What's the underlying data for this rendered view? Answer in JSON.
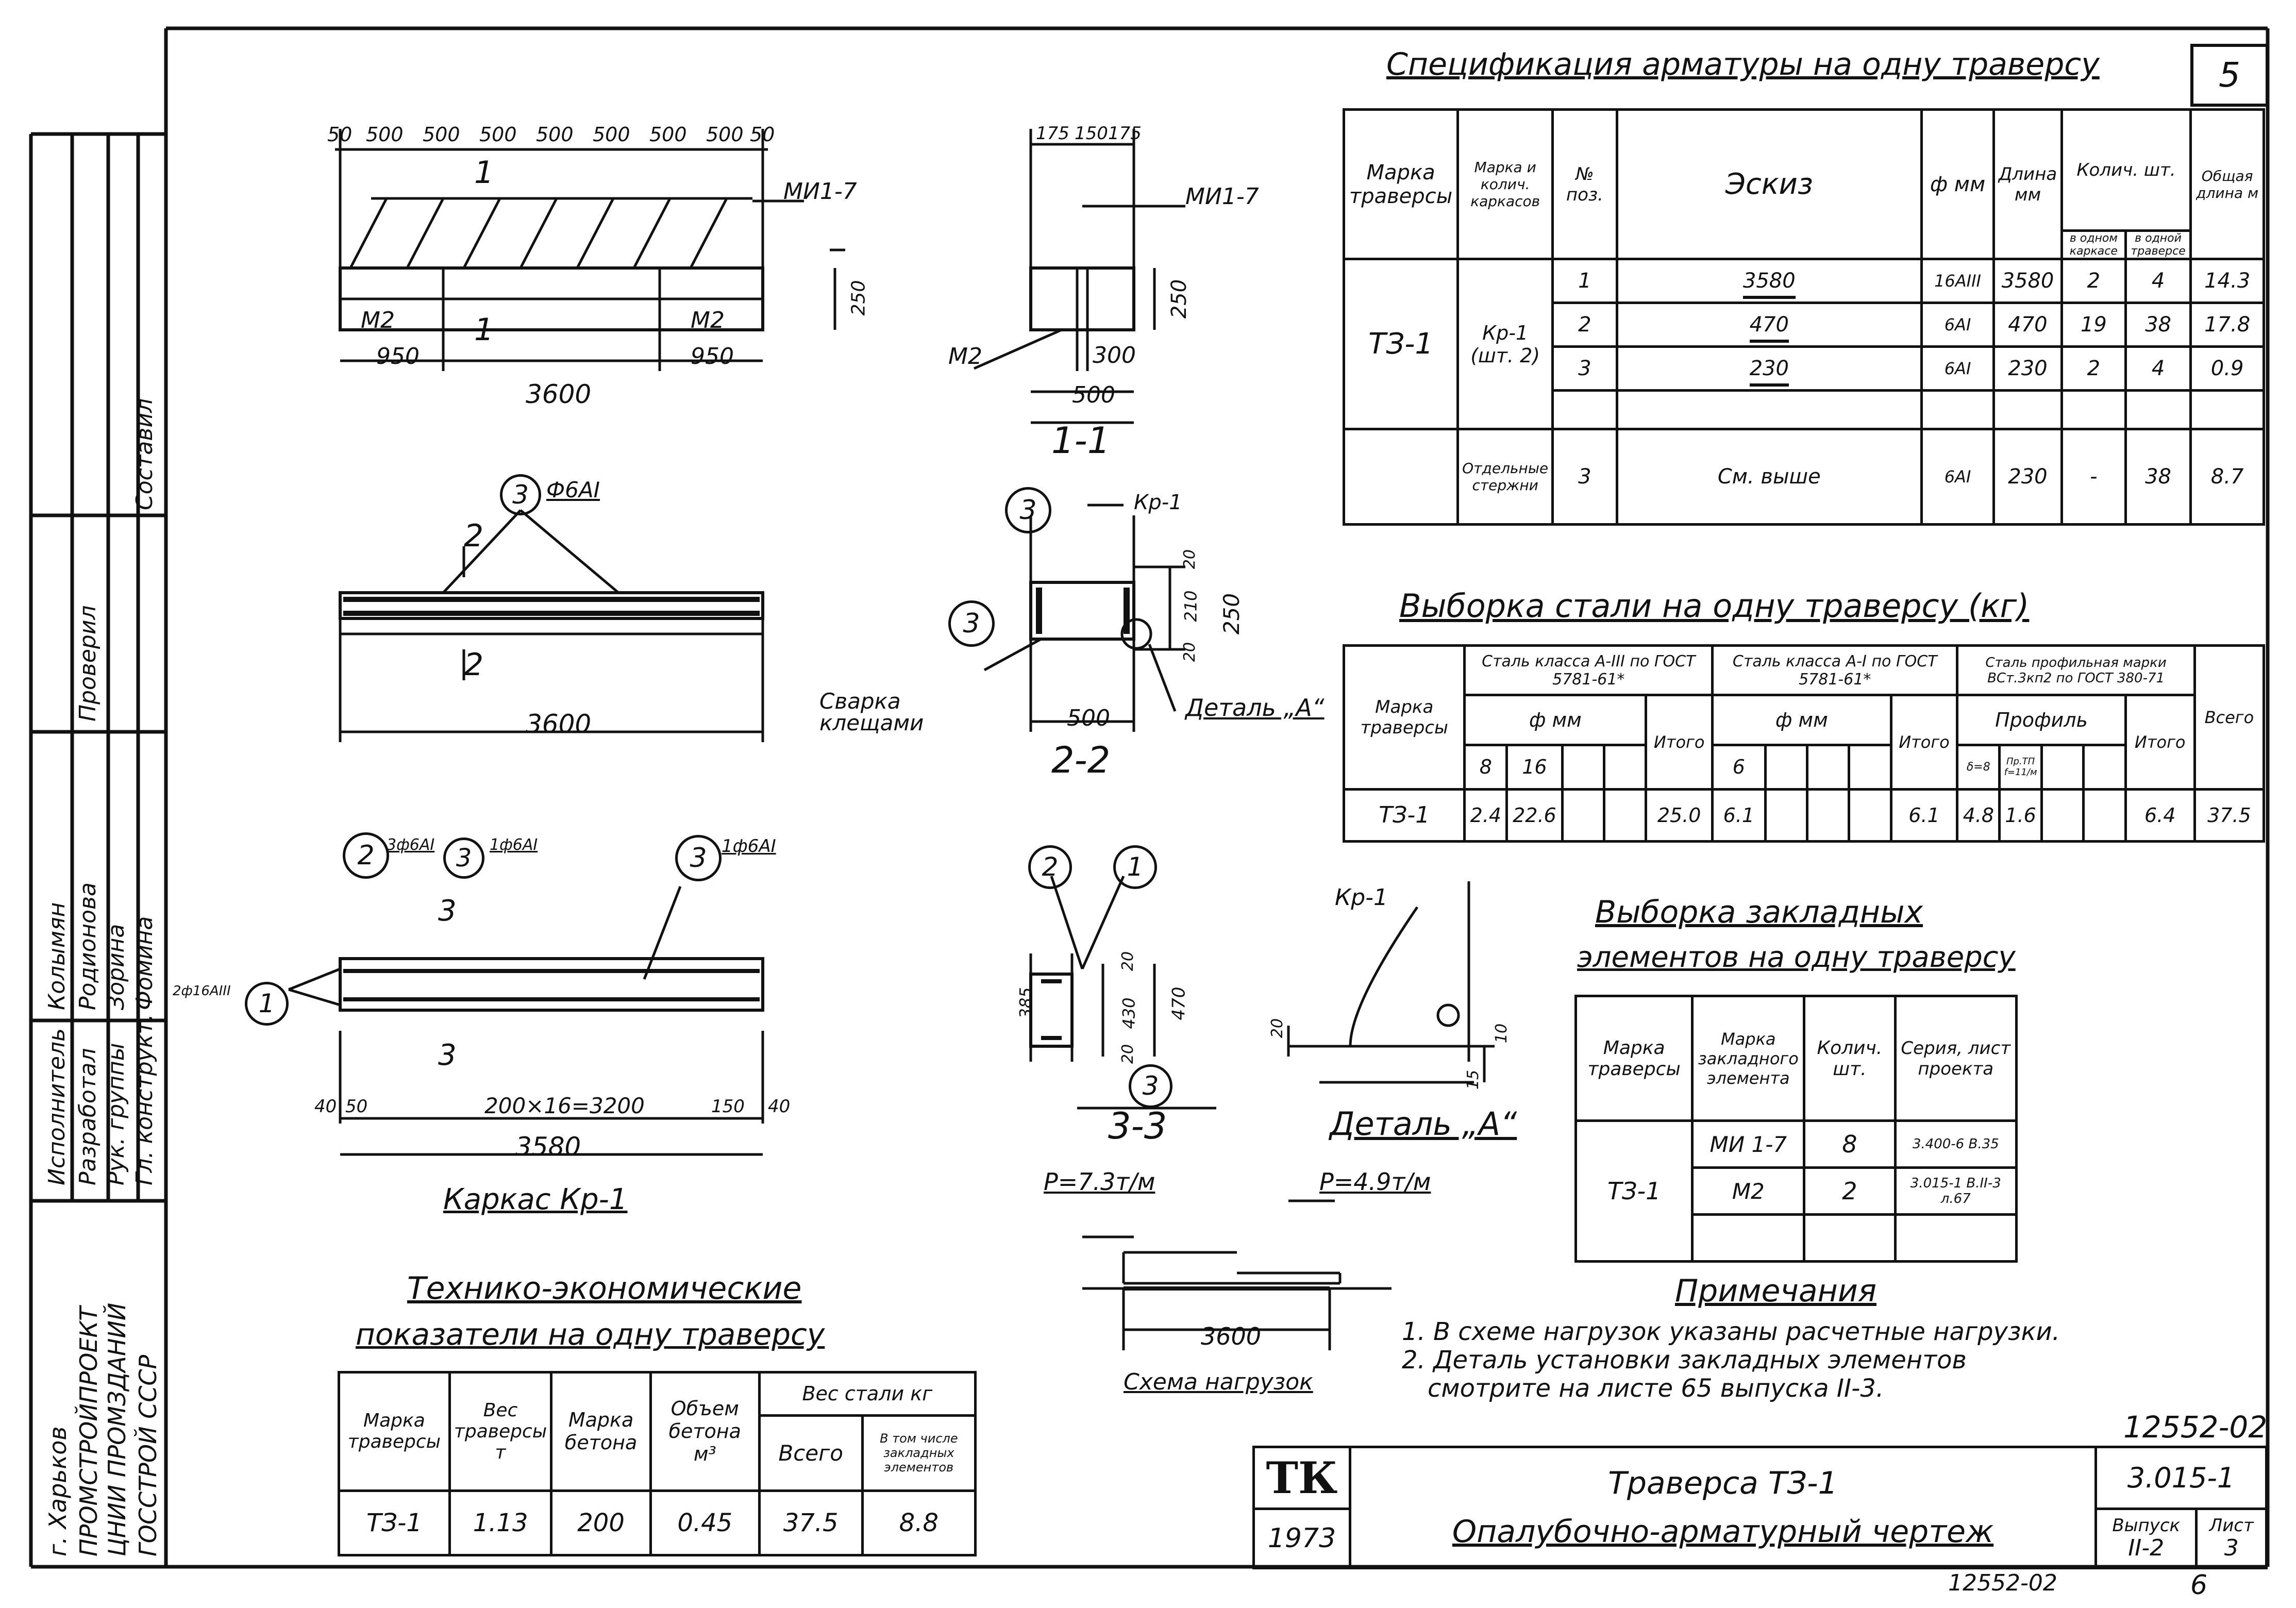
{
  "sheet_number": "5",
  "spec": {
    "title": "Спецификация арматуры на одну траверсу",
    "headers": {
      "mark": "Марка траверсы",
      "frames": "Марка и колич. каркасов",
      "pos": "№ поз.",
      "sketch": "Эскиз",
      "dia": "ф мм",
      "len": "Длина мм",
      "qty": "Колич. шт.",
      "qty_frame": "в одном каркасе",
      "qty_trav": "в одной траверсе",
      "total": "Общая длина м"
    },
    "mark": "ТЗ-1",
    "frame": "Кр-1 (шт. 2)",
    "rows": [
      {
        "pos": "1",
        "sketch": "3580",
        "dia": "16АIII",
        "len": "3580",
        "q1": "2",
        "q2": "4",
        "total": "14.3"
      },
      {
        "pos": "2",
        "sketch": "470",
        "dia": "6АI",
        "len": "470",
        "q1": "19",
        "q2": "38",
        "total": "17.8"
      },
      {
        "pos": "3",
        "sketch": "230",
        "dia": "6АI",
        "len": "230",
        "q1": "2",
        "q2": "4",
        "total": "0.9"
      }
    ],
    "separate": {
      "label": "Отдельные стержни",
      "pos": "3",
      "sketch": "См. выше",
      "dia": "6АI",
      "len": "230",
      "q1": "-",
      "q2": "38",
      "total": "8.7"
    }
  },
  "steel": {
    "title": "Выборка стали на одну траверсу (кг)",
    "h_mark": "Марка траверсы",
    "h_a3": "Сталь класса А-III по ГОСТ 5781-61*",
    "h_a1": "Сталь класса А-I по ГОСТ 5781-61*",
    "h_prof": "Сталь профильная марки ВСт.3кп2 по ГОСТ 380-71",
    "h_dia": "ф мм",
    "h_itogo": "Итого",
    "h_profil": "Профиль",
    "h_vsego": "Всего",
    "d8": "8",
    "d16": "16",
    "d6": "6",
    "d_delta": "δ=8",
    "d_pr": "Пр.ТП f=11/м",
    "mark": "ТЗ-1",
    "v8": "2.4",
    "v16": "22.6",
    "itogo1": "25.0",
    "v6": "6.1",
    "itogo2": "6.1",
    "vp1": "4.8",
    "vp2": "1.6",
    "itogo3": "6.4",
    "vsego": "37.5"
  },
  "embedded": {
    "title1": "Выборка закладных",
    "title2": "элементов на одну траверсу",
    "h_mark": "Марка траверсы",
    "h_el": "Марка закладного элемента",
    "h_qty": "Колич. шт.",
    "h_series": "Серия, лист проекта",
    "mark": "ТЗ-1",
    "rows": [
      {
        "el": "МИ 1-7",
        "qty": "8",
        "series": "3.400-6 В.35"
      },
      {
        "el": "М2",
        "qty": "2",
        "series": "3.015-1 В.II-3 л.67"
      }
    ]
  },
  "tep": {
    "title1": "Технико-экономические",
    "title2": "показатели на одну траверсу",
    "h_mark": "Марка траверсы",
    "h_weight": "Вес траверсы т",
    "h_concrete": "Марка бетона",
    "h_volume": "Объем бетона м³",
    "h_steel": "Вес стали кг",
    "h_all": "Всего",
    "h_incl": "В том числе закладных элементов",
    "mark": "ТЗ-1",
    "weight": "1.13",
    "concrete": "200",
    "volume": "0.45",
    "all": "37.5",
    "incl": "8.8"
  },
  "notes": {
    "title": "Примечания",
    "n1": "1. В схеме нагрузок указаны расчетные нагрузки.",
    "n2": "2. Деталь установки закладных элементов",
    "n3": "смотрите на листе 65 выпуска II-3."
  },
  "stamp": {
    "code": "12552-02",
    "logo": "ТК",
    "year": "1973",
    "title1": "Траверса ТЗ-1",
    "title2": "Опалубочно-арматурный чертеж",
    "series": "3.015-1",
    "issue_label": "Выпуск",
    "issue": "II-2",
    "sheet_label": "Лист",
    "sheet": "3",
    "bottom_code": "12552-02",
    "bottom_num": "6"
  },
  "side_block": {
    "org1": "ГОССТРОЙ СССР",
    "org2": "ЦНИИ ПРОМЗДАНИЙ",
    "org3": "ПРОМСТРОЙПРОЕКТ",
    "org4": "г. Харьков",
    "roles": [
      "Гл. конструкт.",
      "Рук. группы",
      "Разработал",
      "Исполнитель"
    ],
    "names": [
      "Фомина",
      "Зорина",
      "Родионова",
      "Колымян"
    ],
    "extra": [
      "Составил",
      "Проверил"
    ]
  },
  "drawings": {
    "top_dims": [
      "50",
      "500",
      "500",
      "500",
      "500",
      "500",
      "500",
      "500",
      "50"
    ],
    "mi17": "МИ1-7",
    "m2": "М2",
    "d950": "950",
    "d250": "250",
    "d3600": "3600",
    "mark11": "1",
    "sec11_title": "1-1",
    "sec11_dims": [
      "175",
      "150",
      "175"
    ],
    "d300": "300",
    "d500": "500",
    "bar3": "3",
    "phi6": "Ф6АI",
    "mark2": "2",
    "kr1": "Кр-1",
    "sec22_title": "2-2",
    "dims22": [
      "20",
      "210",
      "20"
    ],
    "weld": "Сварка клещами",
    "detail_ref": "Деталь „А“",
    "frame_title": "Каркас Кр-1",
    "frame_bars": [
      "2",
      "3",
      "3",
      "1"
    ],
    "frame_lbl": [
      "3ф6АI",
      "1ф6АI",
      "1ф6АI",
      "2ф16АIII"
    ],
    "mark13": "3",
    "frame_dims": [
      "40",
      "50",
      "200×16=3200",
      "150",
      "40"
    ],
    "d3580": "3580",
    "sec33_title": "3-3",
    "dims33": [
      "20",
      "430",
      "20"
    ],
    "d470": "470",
    "d385": "385",
    "detail_title": "Деталь „А“",
    "d_det": [
      "20",
      "10",
      "15"
    ],
    "load_p1": "P=7.3т/м",
    "load_p2": "P=4.9т/м",
    "load_span": "3600",
    "load_title": "Схема нагрузок"
  }
}
